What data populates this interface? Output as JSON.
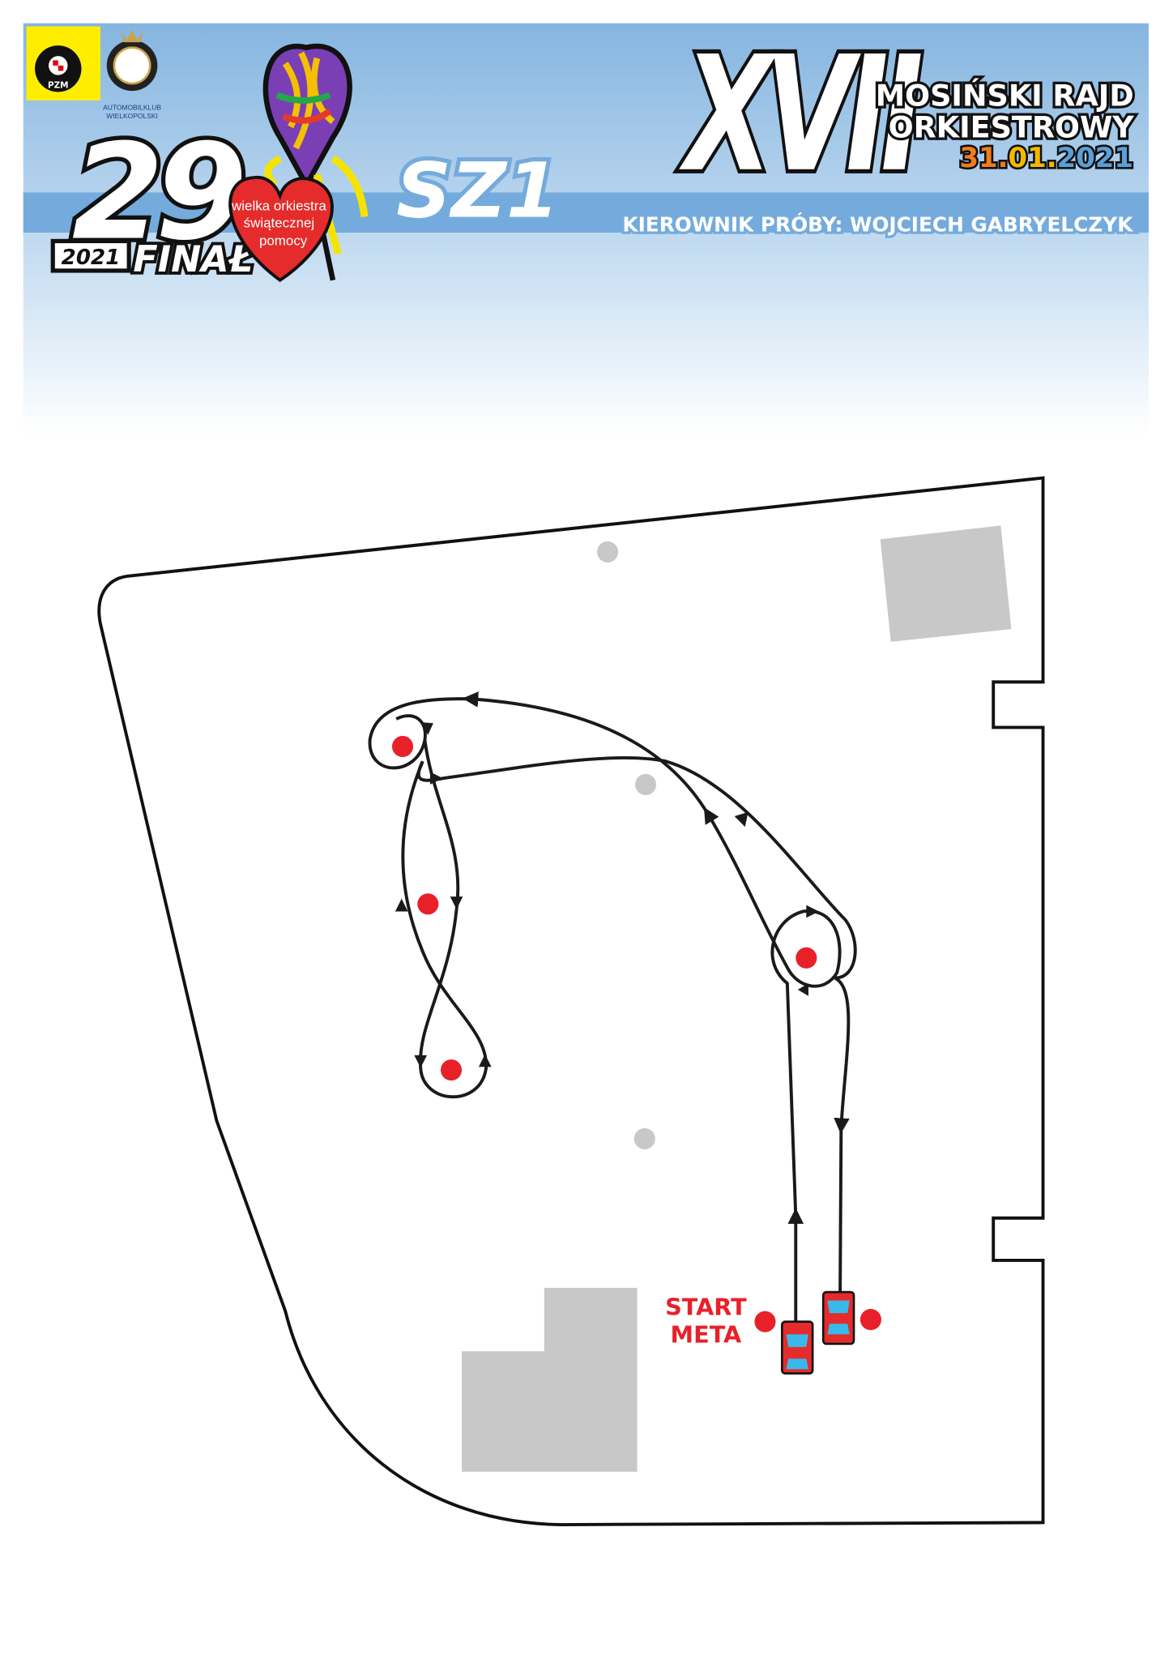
{
  "header": {
    "club_name_line1": "AUTOMOBILKLUB",
    "club_name_line2": "WIELKOPOLSKI",
    "pzm_logo_text": "PZM",
    "final_number": "29",
    "final_year": "2021",
    "final_word": "FINAŁ",
    "wosp_line1": "wielka orkiestra",
    "wosp_line2": "świątecznej",
    "wosp_line3": "pomocy",
    "stage": "SZ1",
    "edition": "XVII",
    "event_line1": "MOSIŃSKI RAJD",
    "event_line2": "ORKIESTROWY",
    "date_day": "31.",
    "date_month": "01.",
    "date_year": "2021",
    "director": "KIEROWNIK PRÓBY: WOJCIECH GABRYELCZYK",
    "colors": {
      "band": "#8ab8e2",
      "stripe": "#6fa8dc",
      "date_orange": "#f07d1a",
      "date_yellow": "#f5b800",
      "date_blue": "#5a9fd8"
    }
  },
  "map": {
    "start_label": "START",
    "finish_label": "META",
    "colors": {
      "cone": "#e8202a",
      "obstacle": "#c8c8c8",
      "track": "#1a1a1a"
    }
  }
}
